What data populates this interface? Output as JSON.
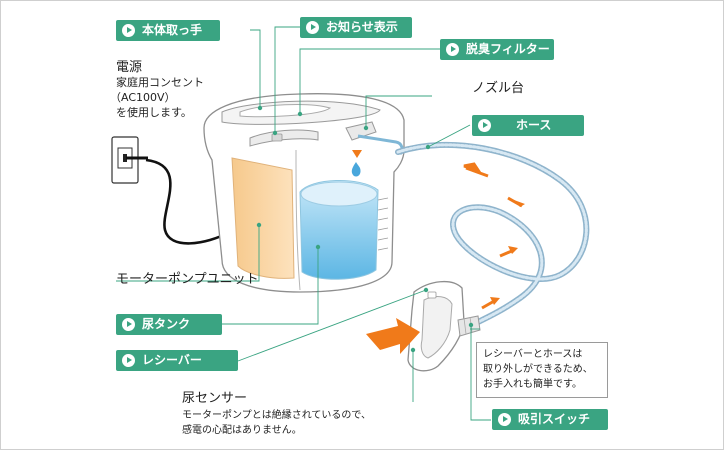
{
  "labels": {
    "body_handle": "本体取っ手",
    "notification": "お知らせ表示",
    "deodorant_filter": "脱臭フィルター",
    "nozzle_stand": "ノズル台",
    "hose": "ホース",
    "motor_pump_unit": "モーターポンプユニット",
    "urine_tank": "尿タンク",
    "receiver": "レシーバー",
    "urine_sensor": "尿センサー",
    "suction_switch": "吸引スイッチ"
  },
  "power": {
    "title": "電源",
    "line1": "家庭用コンセント",
    "line2": "（AC100V）",
    "line3": "を使用します。"
  },
  "sensor_note": {
    "line1": "モーターポンプとは絶縁されているので、",
    "line2": "感電の心配はありません。"
  },
  "receiver_note": {
    "line1": "レシーバーとホースは",
    "line2": "取り外しができるため、",
    "line3": "お手入れも簡単です。"
  },
  "colors": {
    "tag_green": "#3aa482",
    "leader_line": "#3aa482",
    "arrow_orange": "#f07a1a",
    "water_blue": "#6bbce6",
    "unit_peach": "#f8cf96",
    "hose_blue": "#aac8dc"
  },
  "icons": [
    "play-bullet-icon",
    "power-outlet-icon",
    "water-drop-icon",
    "flow-arrow-icon"
  ]
}
